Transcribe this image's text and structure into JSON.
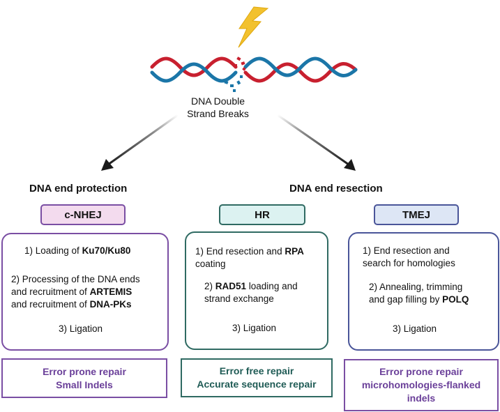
{
  "colors": {
    "strand_red": "#c8202f",
    "strand_blue": "#1b76a8",
    "bolt": "#f2c12e",
    "purple": "#7a4ea3",
    "teal": "#2f6a62",
    "navy": "#4a5599",
    "pink_fill": "#f3dbee",
    "teal_fill": "#dcf2f1",
    "blue_fill": "#dde6f5"
  },
  "header": {
    "caption_line1": "DNA Double",
    "caption_line2": "Strand Breaks"
  },
  "sections": {
    "left": "DNA end protection",
    "right": "DNA end resection"
  },
  "pathways": [
    {
      "name": "c-NHEJ",
      "steps": [
        {
          "pre": "1) Loading of ",
          "b1": "Ku70/Ku80"
        },
        {
          "l1": "2) Processing of the DNA ends",
          "l2pre": "and recruitment of ",
          "l2b": "ARTEMIS",
          "l3pre": "and recruitment of ",
          "l3b": "DNA-PKs"
        },
        {
          "text": "3) Ligation"
        }
      ],
      "outcome_line1": "Error prone repair",
      "outcome_line2": "Small Indels"
    },
    {
      "name": "HR",
      "steps": [
        {
          "l1pre": "1) End resection and ",
          "l1b": "RPA",
          "l2": "coating"
        },
        {
          "l1pre": "2) ",
          "l1b": "RAD51",
          "l1post": " loading and",
          "l2": "strand exchange"
        },
        {
          "text": "3) Ligation"
        }
      ],
      "outcome_line1": "Error free repair",
      "outcome_line2": "Accurate sequence repair"
    },
    {
      "name": "TMEJ",
      "steps": [
        {
          "l1": "1) End resection and",
          "l2": "search for homologies"
        },
        {
          "l1": "2) Annealing, trimming",
          "l2pre": "and gap filling by ",
          "l2b": "POLQ"
        },
        {
          "text": "3) Ligation"
        }
      ],
      "outcome_line1": "Error prone repair",
      "outcome_line2": "microhomologies-flanked",
      "outcome_line3": "indels"
    }
  ]
}
